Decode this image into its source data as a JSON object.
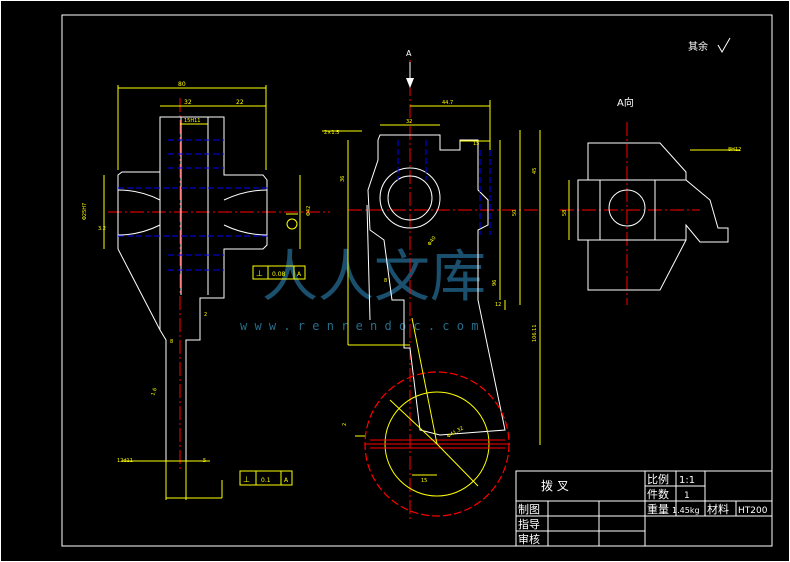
{
  "colors": {
    "background": "#000000",
    "outline": "#ffffff",
    "dimension": "#ffff00",
    "center_line": "#ff0000",
    "hidden_line": "#0000ff",
    "watermark": "#1f5f80"
  },
  "header": {
    "view_marker_a": "A",
    "view_a_label": "A向",
    "roughness_note": "其余"
  },
  "title_block": {
    "part_name": "拨 叉",
    "scale_label": "比例",
    "scale_value": "1:1",
    "count_label": "件数",
    "count_value": "1",
    "weight_label": "重量",
    "weight_value": "1.45kg",
    "material_label": "材料",
    "material_value": "HT200",
    "drawn_label": "制图",
    "guide_label": "指导",
    "review_label": "审核"
  },
  "watermark": {
    "brand": "人人文库",
    "url": "w w w . r e n r e n d o c . c o m"
  },
  "left_view": {
    "dim_80": "80",
    "dim_32": "32",
    "dim_22": "22",
    "dim_hole": "15H11",
    "dim_phi25": "Φ25H7",
    "dim_phi42": "Φ42",
    "dim_8": "8",
    "dim_2": "2",
    "dim_12d11": "12d11",
    "dim_5": "5",
    "tol_perp_1": "0.08",
    "tol_datum_1": "A",
    "tol_perp_2": "0.1",
    "tol_datum_2": "A",
    "rough_32": "3.2",
    "rough_16": "1.6"
  },
  "middle_view": {
    "dim_chamfer": "2×1.5",
    "dim_32": "32",
    "dim_447": "44.7",
    "dim_15": "15",
    "dim_36": "36",
    "dim_45": "45",
    "dim_8": "8",
    "dim_12": "12",
    "dim_50": "50",
    "dim_96": "96",
    "dim_106": "106.11",
    "dim_15b": "15",
    "dim_2": "2",
    "dim_phi": "Φ40",
    "dim_rphi": "Φ41.32"
  },
  "right_view": {
    "dim_8h12": "8H12",
    "dim_58": "58"
  }
}
